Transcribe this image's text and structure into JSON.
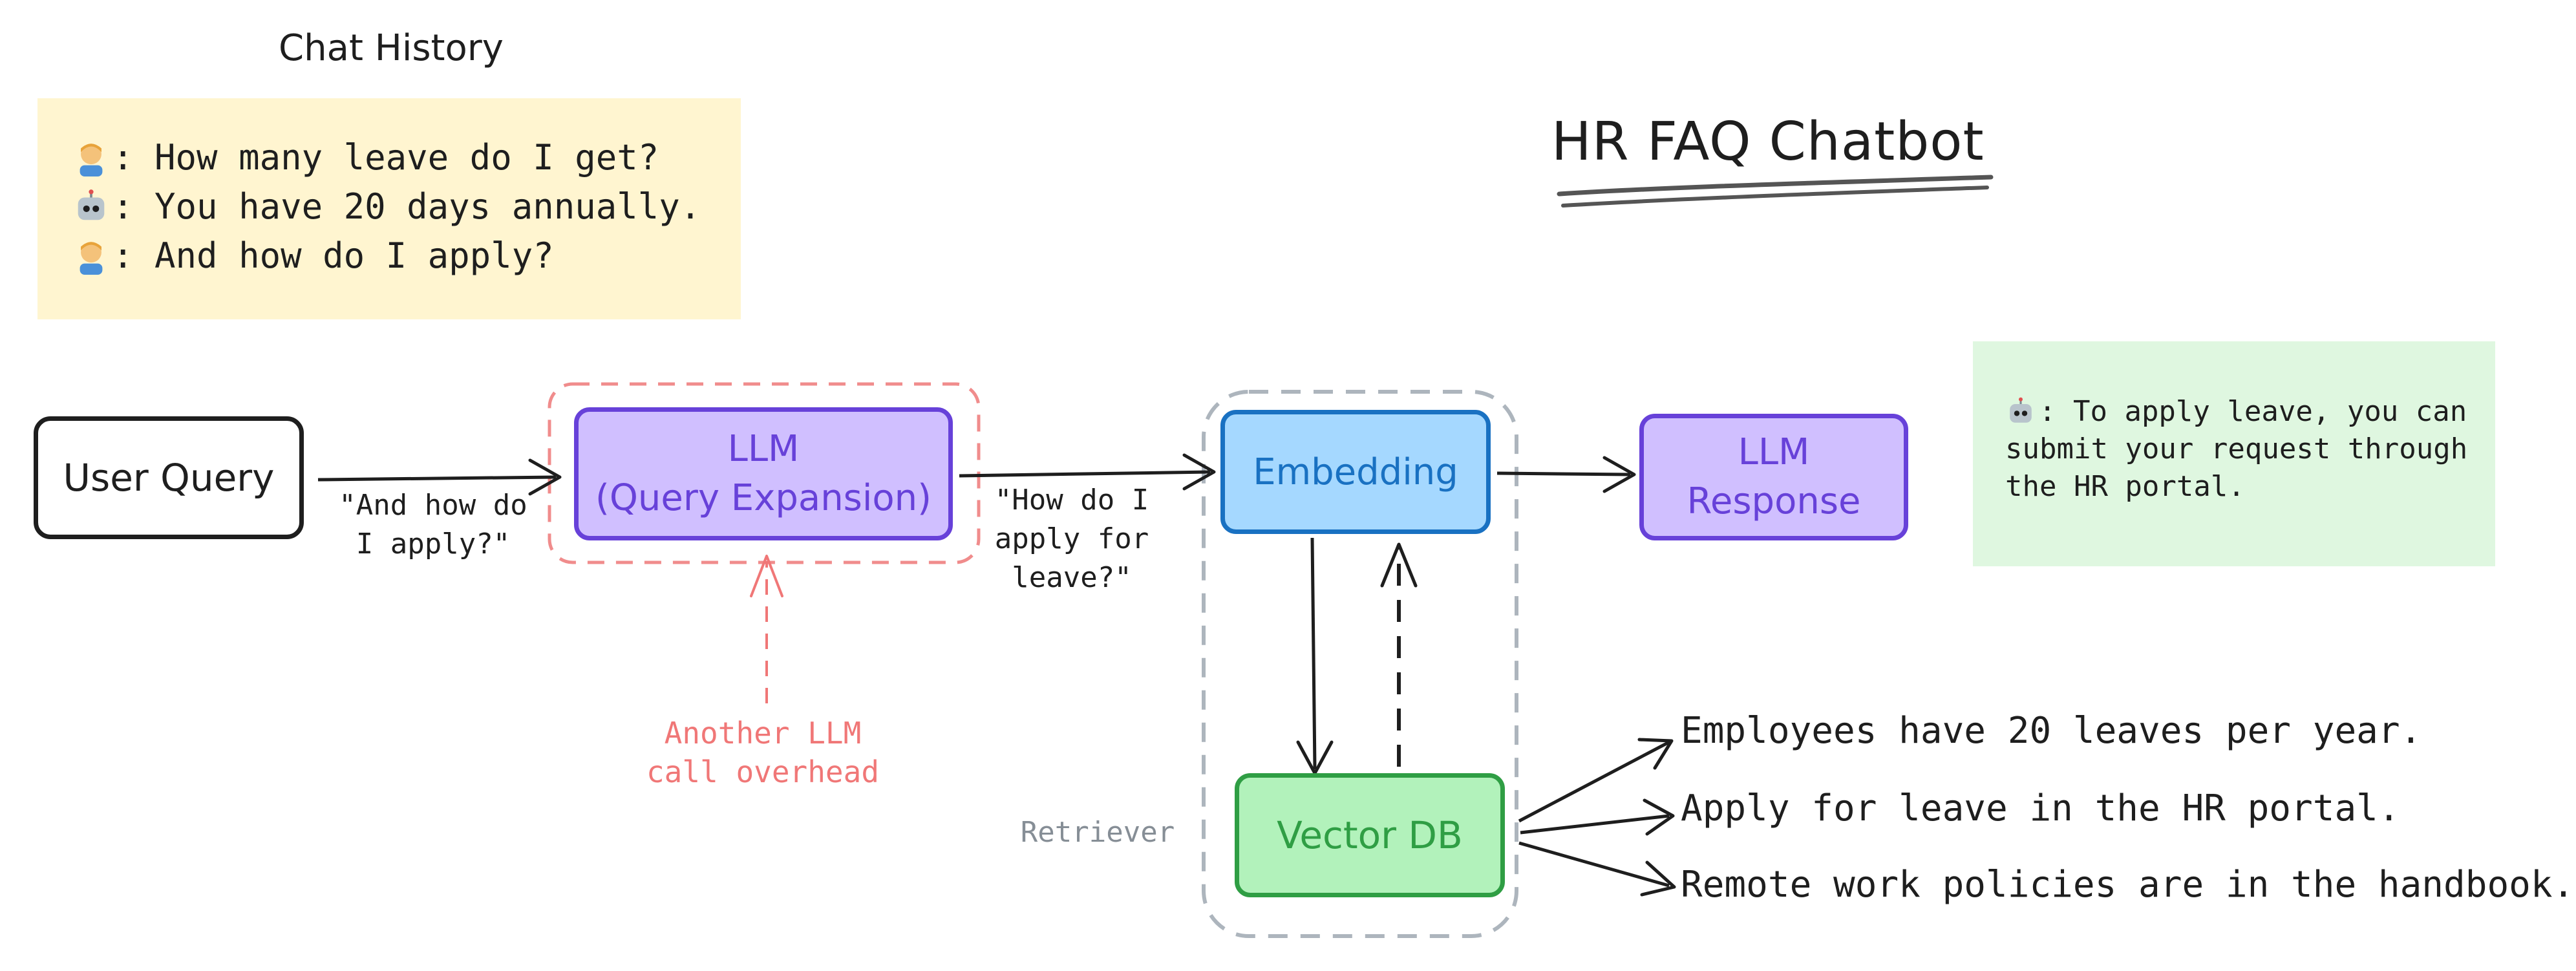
{
  "chat_history": {
    "title": "Chat History",
    "lines": [
      {
        "speaker_icon": "user-icon",
        "text": ": How many leave do I get?"
      },
      {
        "speaker_icon": "robot-icon",
        "text": ": You have 20 days annually."
      },
      {
        "speaker_icon": "user-icon",
        "text": ": And how do I apply?"
      }
    ],
    "background": "#fff5d0"
  },
  "title": "HR FAQ Chatbot",
  "nodes": {
    "user_query": "User Query",
    "llm_expansion": {
      "line1": "LLM",
      "line2": "(Query Expansion)"
    },
    "embedding": "Embedding",
    "llm_response": {
      "line1": "LLM",
      "line2": "Response"
    },
    "vector_db": "Vector DB"
  },
  "edge_labels": {
    "user_to_llm": "\"And how do\nI apply?\"",
    "llm_to_embedding": "\"How do I\napply for\nleave?\""
  },
  "annotations": {
    "overhead": {
      "line1": "Another LLM",
      "line2": "call overhead"
    },
    "retriever": "Retriever"
  },
  "response": {
    "speaker_icon": "robot-icon",
    "lines": [
      ": To apply leave, you can",
      "submit your request through",
      "the HR portal."
    ],
    "background": "#dff7e0"
  },
  "retrieved_docs": [
    "Employees have 20 leaves per year.",
    "Apply for leave in the HR portal.",
    "Remote work policies are in the handbook."
  ],
  "colors": {
    "purple": "#6741d9",
    "purple_fill": "#d0bfff",
    "blue": "#1971c2",
    "blue_fill": "#a5d8ff",
    "green": "#2f9e44",
    "green_fill": "#b2f2bb",
    "highlight_red": "#f08c8c",
    "gray_dashed": "#adb5bd"
  }
}
